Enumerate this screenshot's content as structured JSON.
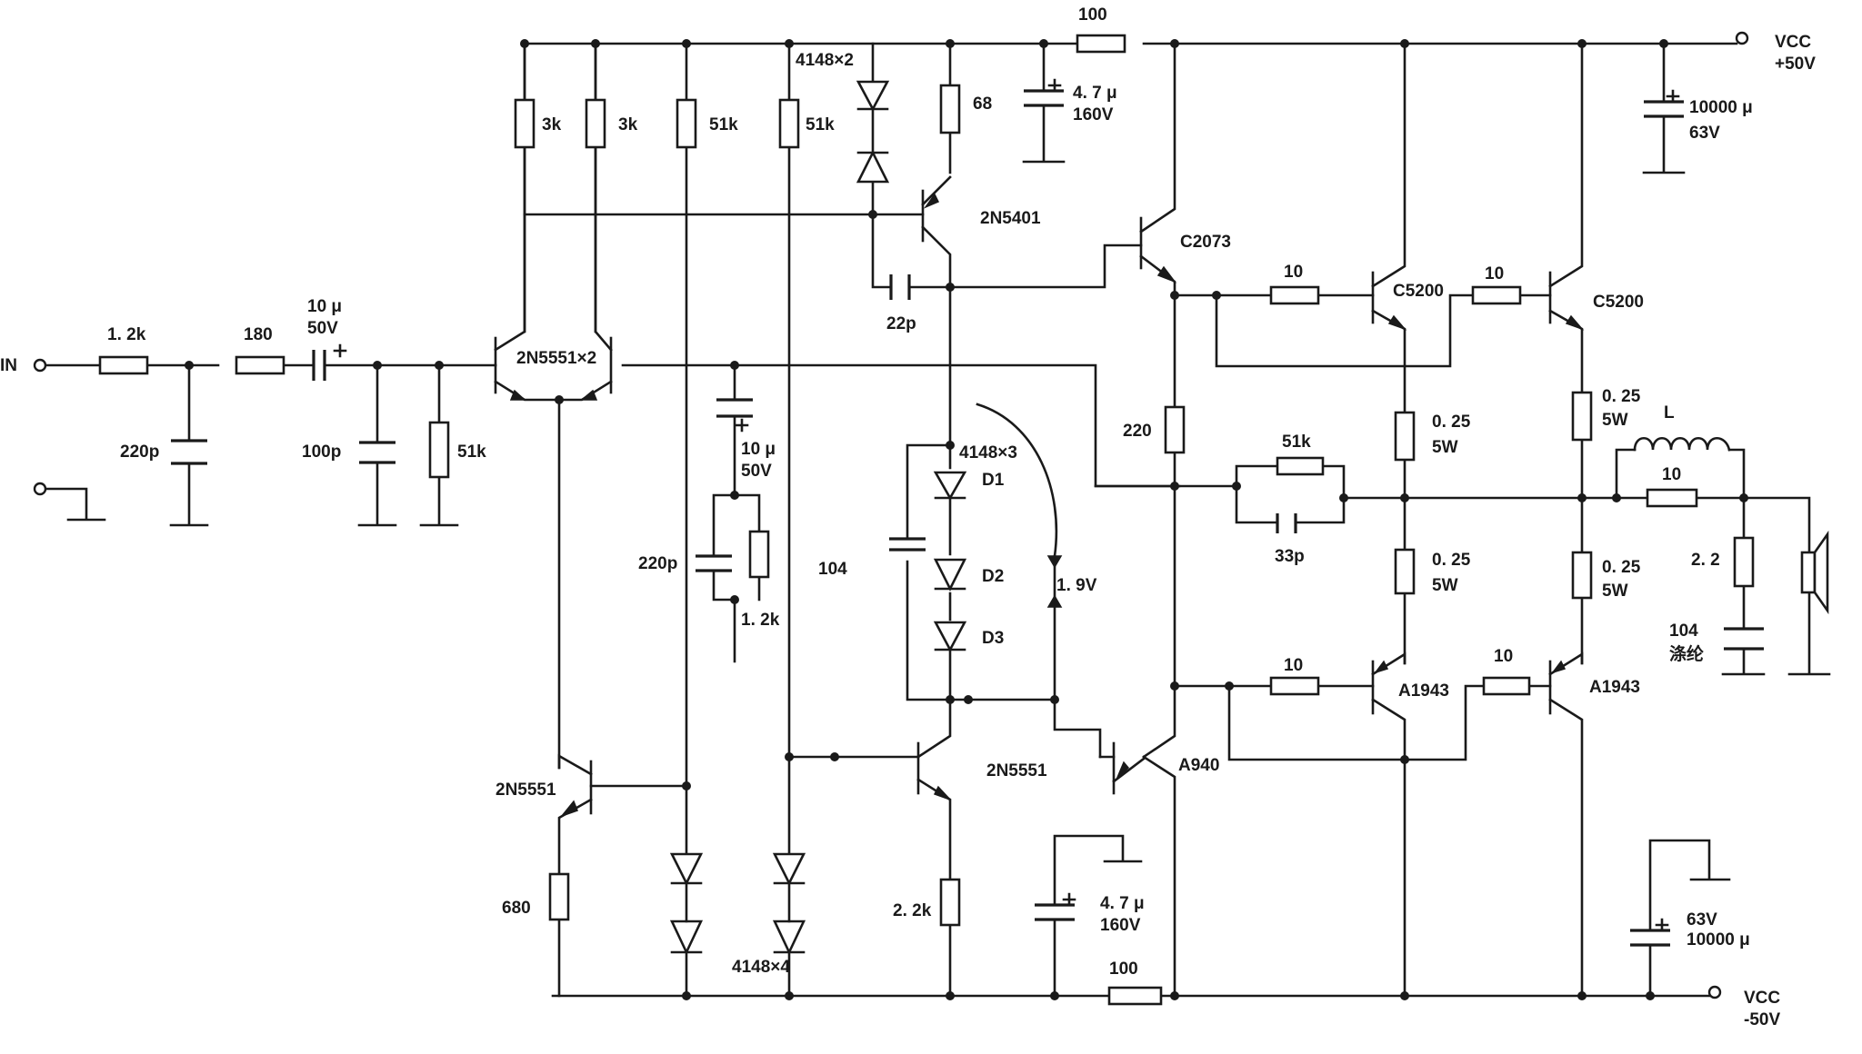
{
  "labels": {
    "in": "IN",
    "vcc_pos": "VCC",
    "vcc_pos_v": "+50V",
    "vcc_neg": "VCC",
    "vcc_neg_v": "-50V",
    "r_1k2_in": "1. 2k",
    "r_180": "180",
    "c_10u_in": "10 μ",
    "c_10u_in_v": "50V",
    "c_220p_in": "220p",
    "c_100p": "100p",
    "r_51k_in": "51k",
    "q_diff": "2N5551×2",
    "r_3k_a": "3k",
    "r_3k_b": "3k",
    "r_51k_a": "51k",
    "r_51k_b": "51k",
    "d_4148x2": "4148×2",
    "r_68": "68",
    "r_100_top": "100",
    "c_4u7_top": "4. 7 μ",
    "c_4u7_top_v": "160V",
    "c_10000_top": "10000 μ",
    "c_10000_top_v": "63V",
    "q_2n5401": "2N5401",
    "c_22p": "22p",
    "q_c2073": "C2073",
    "r_10_a": "10",
    "r_10_b": "10",
    "q_c5200_a": "C5200",
    "q_c5200_b": "C5200",
    "c_10u_fb": "10 μ",
    "c_10u_fb_v": "50V",
    "c_220p_fb": "220p",
    "r_1k2_fb": "1. 2k",
    "d_4148x3": "4148×3",
    "d1": "D1",
    "d2": "D2",
    "d3": "D3",
    "c_104": "104",
    "v_1v9": "1. 9V",
    "r_220": "220",
    "r_51k_fb": "51k",
    "c_33p": "33p",
    "r_025_a": "0. 25",
    "r_025_a_w": "5W",
    "r_025_b": "0. 25",
    "r_025_b_w": "5W",
    "r_025_c": "0. 25",
    "r_025_c_w": "5W",
    "r_025_d": "0. 25",
    "r_025_d_w": "5W",
    "l": "L",
    "r_10_out": "10",
    "r_2_2": "2. 2",
    "c_104_out": "104",
    "c_104_out_type": "涤纶",
    "r_10_c": "10",
    "r_10_d": "10",
    "q_a1943_a": "A1943",
    "q_a1943_b": "A1943",
    "q_2n5551_vas": "2N5551",
    "q_a940": "A940",
    "q_2n5551_cs": "2N5551",
    "r_680": "680",
    "d_4148x4": "4148×4",
    "r_2k2": "2. 2k",
    "c_4u7_bot": "4. 7 μ",
    "c_4u7_bot_v": "160V",
    "r_100_bot": "100",
    "c_10000_bot": "10000 μ",
    "c_10000_bot_v": "63V"
  }
}
